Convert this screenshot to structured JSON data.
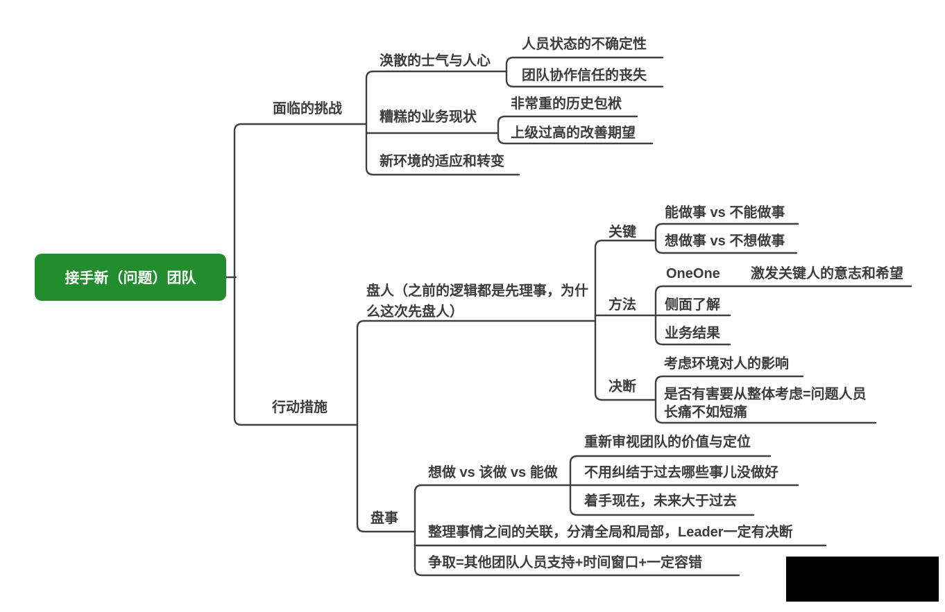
{
  "colors": {
    "root_bg": "#238C2E",
    "line": "#3F3F3F",
    "text": "#3C3C3C",
    "redaction": "#000000"
  },
  "mindmap": {
    "root_label": "接手新（问题）团队",
    "challenges": {
      "label": "面临的挑战",
      "low_morale": {
        "label": "涣散的士气与人心",
        "children": [
          "人员状态的不确定性",
          "团队协作信任的丧失"
        ]
      },
      "bad_business": {
        "label": "糟糕的业务现状",
        "children": [
          "非常重的历史包袱",
          "上级过高的改善期望"
        ]
      },
      "adaptation": {
        "label": "新环境的适应和转变"
      }
    },
    "actions": {
      "label": "行动措施",
      "review_people": {
        "label": "盘人（之前的逻辑都是先理事，为什么这次先盘人）",
        "key": {
          "label": "关键",
          "children": [
            "能做事 vs 不能做事",
            "想做事 vs 不想做事"
          ]
        },
        "method": {
          "label": "方法",
          "one_one": {
            "label": "OneOne",
            "child": "激发关键人的意志和希望"
          },
          "children": [
            "侧面了解",
            "业务结果"
          ]
        },
        "decision": {
          "label": "决断",
          "children": [
            "考虑环境对人的影响",
            "是否有害要从整体考虑=问题人员长痛不如短痛"
          ]
        }
      },
      "review_things": {
        "label": "盘事",
        "want_should_can": {
          "label": "想做 vs 该做 vs 能做",
          "children": [
            "重新审视团队的价值与定位",
            "不用纠结于过去哪些事儿没做好",
            "着手现在，未来大于过去"
          ]
        },
        "organize": {
          "label": "整理事情之间的关联，分清全局和局部，Leader一定有决断"
        },
        "strive": {
          "label": "争取=其他团队人员支持+时间窗口+一定容错"
        }
      }
    }
  }
}
